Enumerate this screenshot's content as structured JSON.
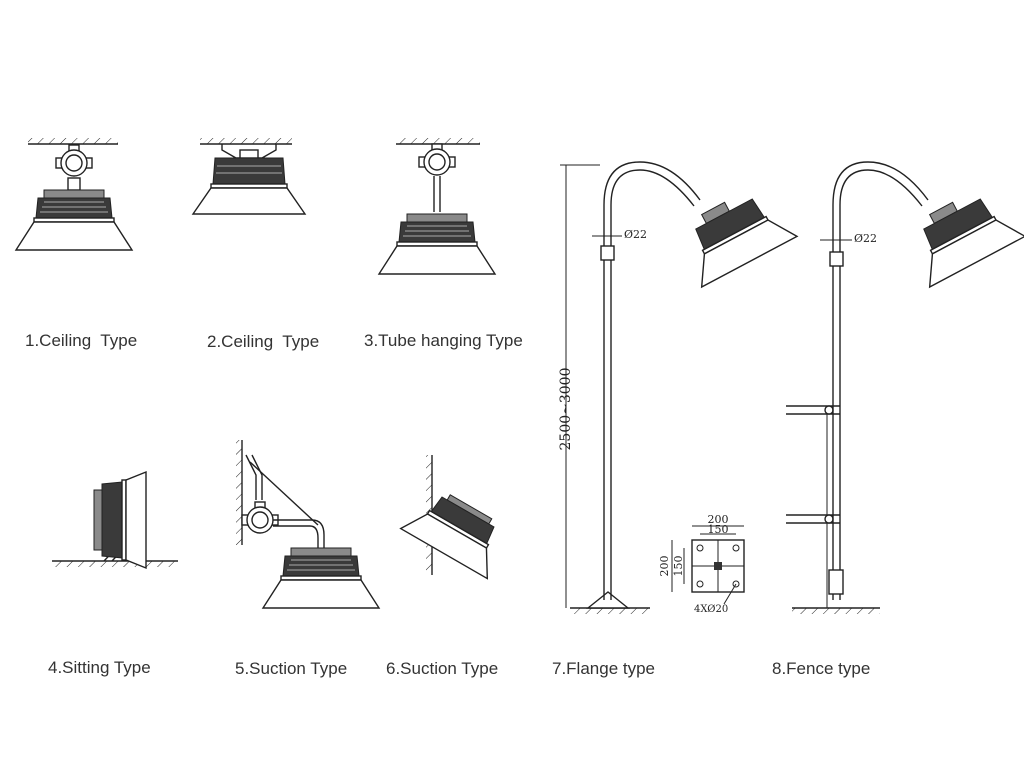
{
  "captions": {
    "c1": "1.Ceiling  Type",
    "c2": "2.Ceiling  Type",
    "c3": "3.Tube hanging Type",
    "c4": "4.Sitting Type",
    "c5": "5.Suction Type",
    "c6": "6.Suction Type",
    "c7": "7.Flange type",
    "c8": "8.Fence type"
  },
  "dimensions": {
    "pole_diameter_7": "Ø22",
    "pole_diameter_8": "Ø22",
    "pole_height": "2500~3000",
    "flange_width_outer": "200",
    "flange_width_inner": "150",
    "flange_height_outer": "200",
    "flange_height_inner": "150",
    "flange_holes": "4XØ20"
  }
}
